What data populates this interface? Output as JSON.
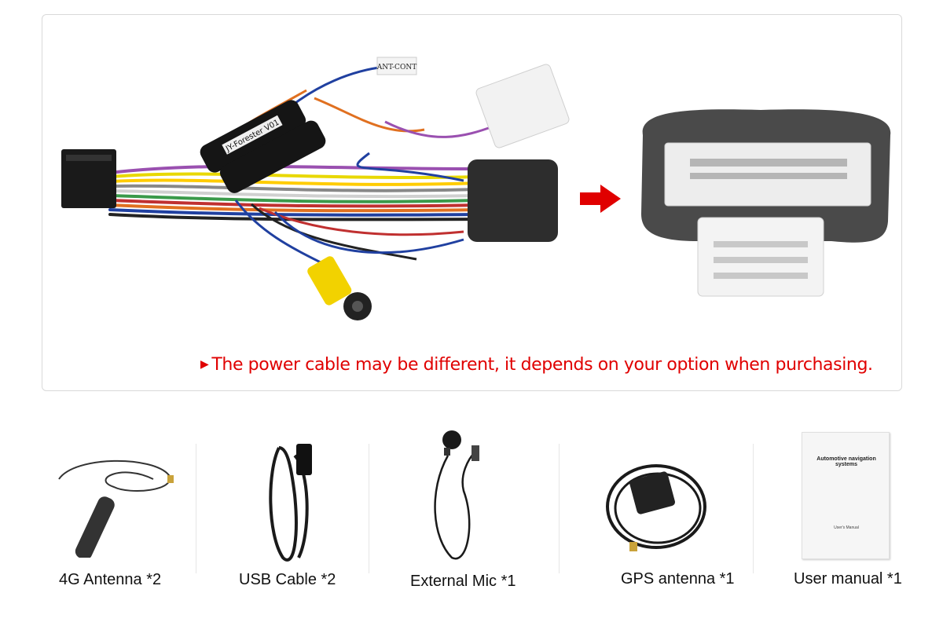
{
  "harness": {
    "labels": {
      "module": "JY-Forester V01",
      "ant_cont": "ANT-CONT"
    },
    "note": "The power cable may be different, it depends on your option when purchasing."
  },
  "accessories": [
    {
      "caption": "4G Antenna *2",
      "icon": "4g-antenna-icon"
    },
    {
      "caption": "USB Cable *2",
      "icon": "usb-cable-icon"
    },
    {
      "caption": "External Mic *1",
      "icon": "microphone-icon"
    },
    {
      "caption": "GPS antenna *1",
      "icon": "gps-antenna-icon"
    },
    {
      "caption": "User manual *1",
      "icon": "manual-icon"
    }
  ],
  "manual": {
    "title": "Automotive navigation systems",
    "subtitle": "User's Manual"
  },
  "colors": {
    "accent": "#e00000",
    "panel_border": "#d9d9d9"
  }
}
